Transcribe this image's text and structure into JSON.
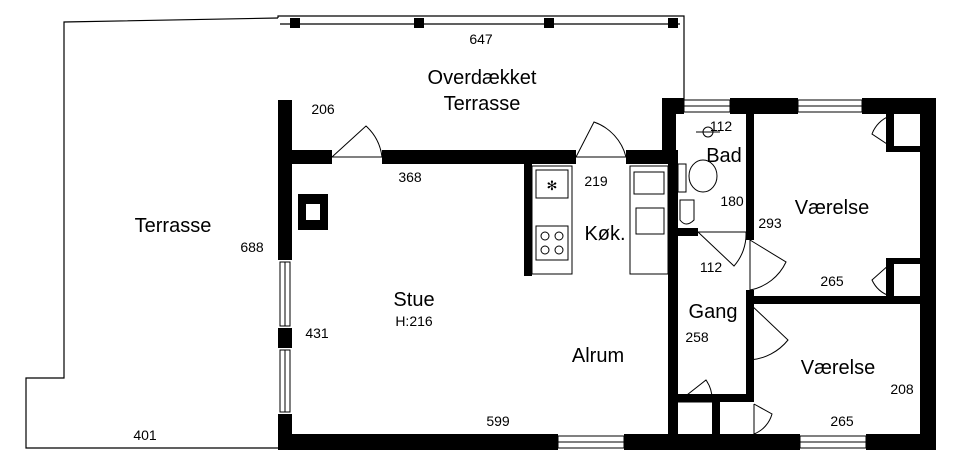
{
  "rooms": {
    "covered_terrace_line1": "Overdækket",
    "covered_terrace_line2": "Terrasse",
    "terrace": "Terrasse",
    "bath": "Bad",
    "bedroom_top": "Værelse",
    "kitchen": "Køk.",
    "living": "Stue",
    "living_height": "H:216",
    "sunroom": "Alrum",
    "hall": "Gang",
    "bedroom_bottom": "Værelse"
  },
  "dimensions": {
    "covered_terrace_width": "647",
    "covered_terrace_depth": "206",
    "terrace_depth": "688",
    "terrace_width": "401",
    "living_top": "368",
    "kitchen_width": "219",
    "bath_width": "112",
    "bath_depth": "180",
    "bedroom_top_depth": "293",
    "bedroom_top_width": "265",
    "hall_width": "112",
    "hall_depth": "258",
    "living_depth": "431",
    "living_width": "599",
    "bedroom_bottom_depth": "208",
    "bedroom_bottom_width": "265"
  }
}
